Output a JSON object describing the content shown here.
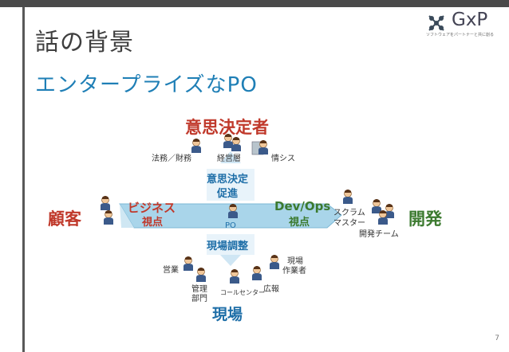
{
  "slide": {
    "title": "話の背景",
    "subtitle": "エンタープライズなPO",
    "logo": {
      "text": "GxP",
      "tagline": "ソフトウェアをパートナーと共に創る"
    },
    "page_number": "7"
  },
  "diagram": {
    "decision_maker": "意思決定者",
    "decision_roles": [
      "法務／財務",
      "経営層",
      "情シス"
    ],
    "decision_arrow_label_1": "意思決定",
    "decision_arrow_label_2": "促進",
    "customer": "顧客",
    "development": "開発",
    "business_view_1": "ビジネス",
    "business_view_2": "視点",
    "devops_view_1": "Dev/Ops",
    "devops_view_2": "視点",
    "po_label": "PO",
    "scrum_master_1": "スクラム",
    "scrum_master_2": "マスター",
    "dev_team": "開発チーム",
    "field_adjust": "現場調整",
    "field_roles": {
      "sales": "営業",
      "admin_1": "管理",
      "admin_2": "部門",
      "call_center": "コールセンター",
      "pr": "広報",
      "worker_1": "現場",
      "worker_2": "作業者"
    },
    "field": "現場",
    "colors": {
      "customer": "#c0392b",
      "blue": "#1f6fa8",
      "development": "#3c7a2f",
      "band": "#9fd0e8"
    }
  }
}
